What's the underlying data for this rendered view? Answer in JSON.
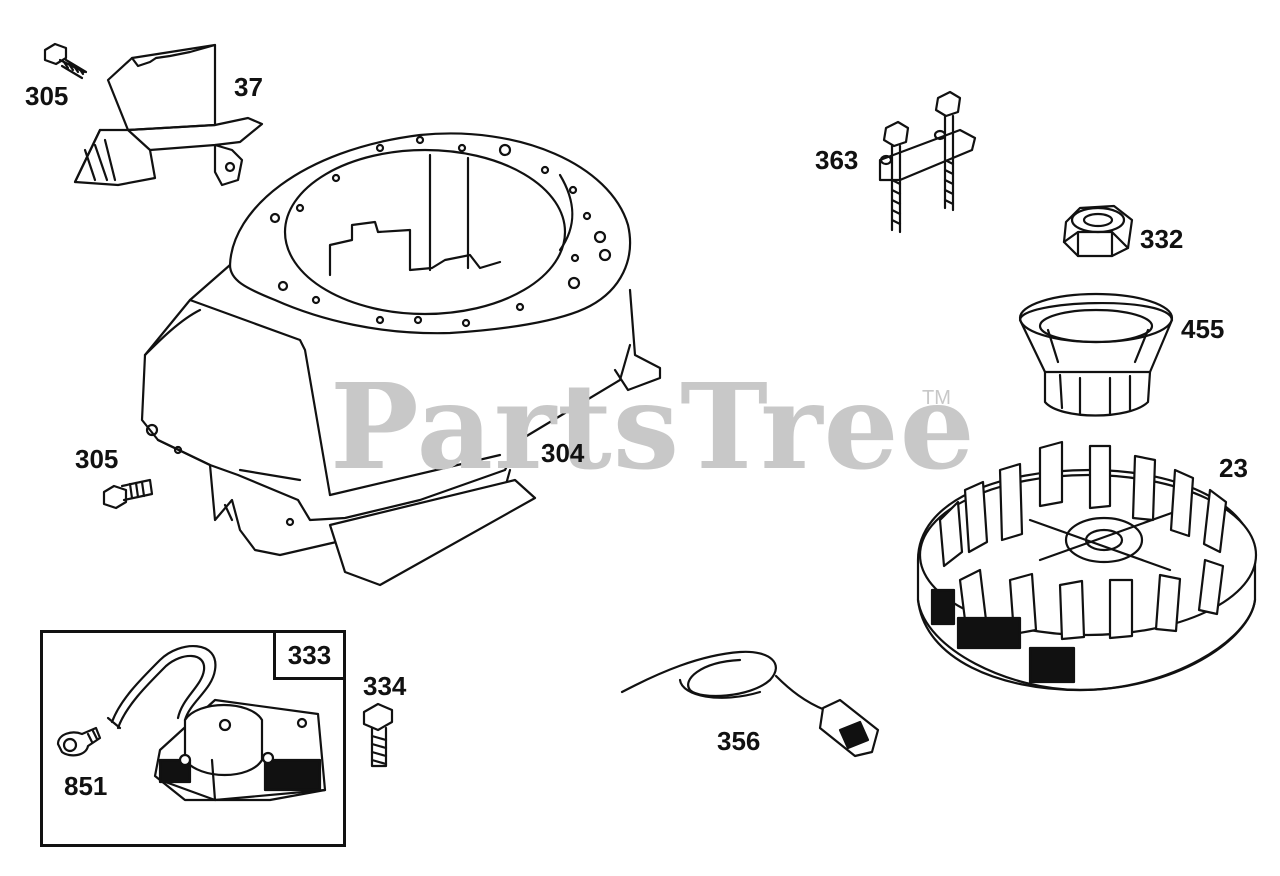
{
  "watermark": {
    "text": "PartsTree",
    "trademark": "TM"
  },
  "callouts": {
    "c305_top": "305",
    "c37": "37",
    "c304": "304",
    "c305_left": "305",
    "c363": "363",
    "c332": "332",
    "c455": "455",
    "c23": "23",
    "c333": "333",
    "c334": "334",
    "c851": "851",
    "c356": "356"
  },
  "colors": {
    "ink": "#111111",
    "watermark": "#c8c8c8",
    "background": "#ffffff"
  }
}
